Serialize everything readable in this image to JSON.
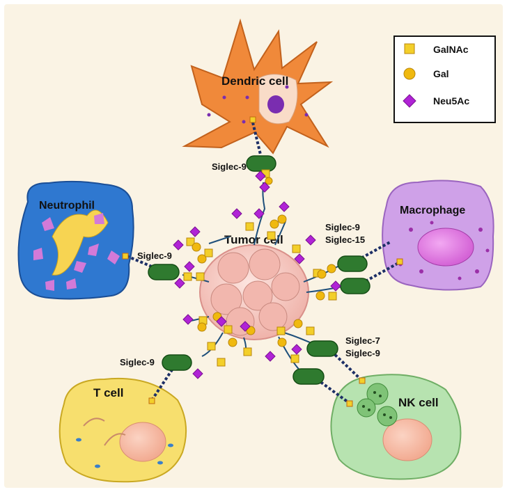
{
  "colors": {
    "background": "#faf3e4",
    "dendritic": "#f0893a",
    "neutrophil": "#2f78d0",
    "macrophage": "#cfa1e8",
    "tcell": "#f7df6e",
    "nkcell": "#b7e3b0",
    "tumor": "#f6c9c2",
    "siglec": "#2f7a2f",
    "galnac": "#f3cf2a",
    "gal": "#f0b90f",
    "neu5ac": "#b023d6"
  },
  "legend": {
    "items": [
      {
        "label": "GalNAc",
        "icon": "square-icon"
      },
      {
        "label": "Gal",
        "icon": "circle-icon"
      },
      {
        "label": "Neu5Ac",
        "icon": "diamond-icon"
      }
    ]
  },
  "cells": {
    "tumor": "Tumor cell",
    "dendritic": "Dendric cell",
    "neutrophil": "Neutrophil",
    "macrophage": "Macrophage",
    "tcell": "T cell",
    "nkcell": "NK cell"
  },
  "siglecs": {
    "dendritic": "Siglec-9",
    "neutrophil": "Siglec-9",
    "macrophage_1": "Siglec-9",
    "macrophage_2": "Siglec-15",
    "tcell": "Siglec-9",
    "nk_1": "Siglec-7",
    "nk_2": "Siglec-9"
  }
}
